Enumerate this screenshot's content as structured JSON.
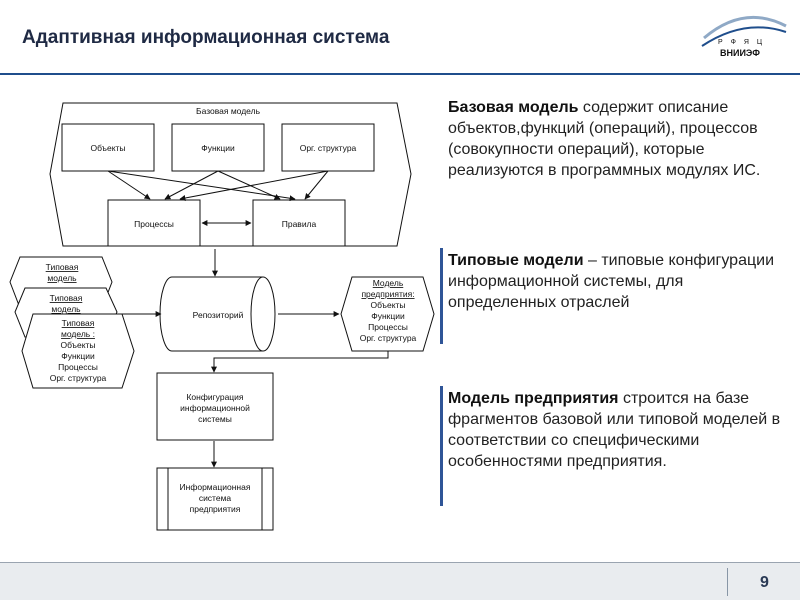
{
  "header": {
    "title": "Адаптивная информационная система",
    "logo_top": "Р Ф Я Ц",
    "logo_bottom": "ВНИИЭФ"
  },
  "diagram": {
    "base_model_title": "Базовая модель",
    "objects": "Объекты",
    "functions": "Функции",
    "org_structure": "Орг. структура",
    "processes": "Процессы",
    "rules": "Правила",
    "repository": "Репозиторий",
    "typical_model_1": [
      "Типовая",
      "модель"
    ],
    "typical_model_2": [
      "Типовая",
      "модель"
    ],
    "typical_model_3": [
      "Типовая",
      "модель :",
      "Объекты",
      "Функции",
      "Процессы",
      "Орг. структура"
    ],
    "enterprise_model": [
      "Модель",
      "предприятия:",
      "Объекты",
      "Функции",
      "Процессы",
      "Орг. структура"
    ],
    "configuration": [
      "Конфигурация",
      "информационной",
      "системы"
    ],
    "enterprise_is": [
      "Информационная",
      "система",
      "предприятия"
    ]
  },
  "text": {
    "p1_bold": "Базовая модель",
    "p1_rest": " содержит описание объектов,функций (операций), процессов (совокупности операций), которые реализуются в программных модулях ИС.",
    "p2_bold": "Типовые модели",
    "p2_rest": " – типовые конфигурации информационной системы, для определенных отраслей",
    "p3_bold": "Модель предприятия",
    "p3_rest": " строится на базе фрагментов базовой или типовой моделей в соответствии со специфическими особенностями предприятия."
  },
  "footer": {
    "page_number": "9"
  }
}
